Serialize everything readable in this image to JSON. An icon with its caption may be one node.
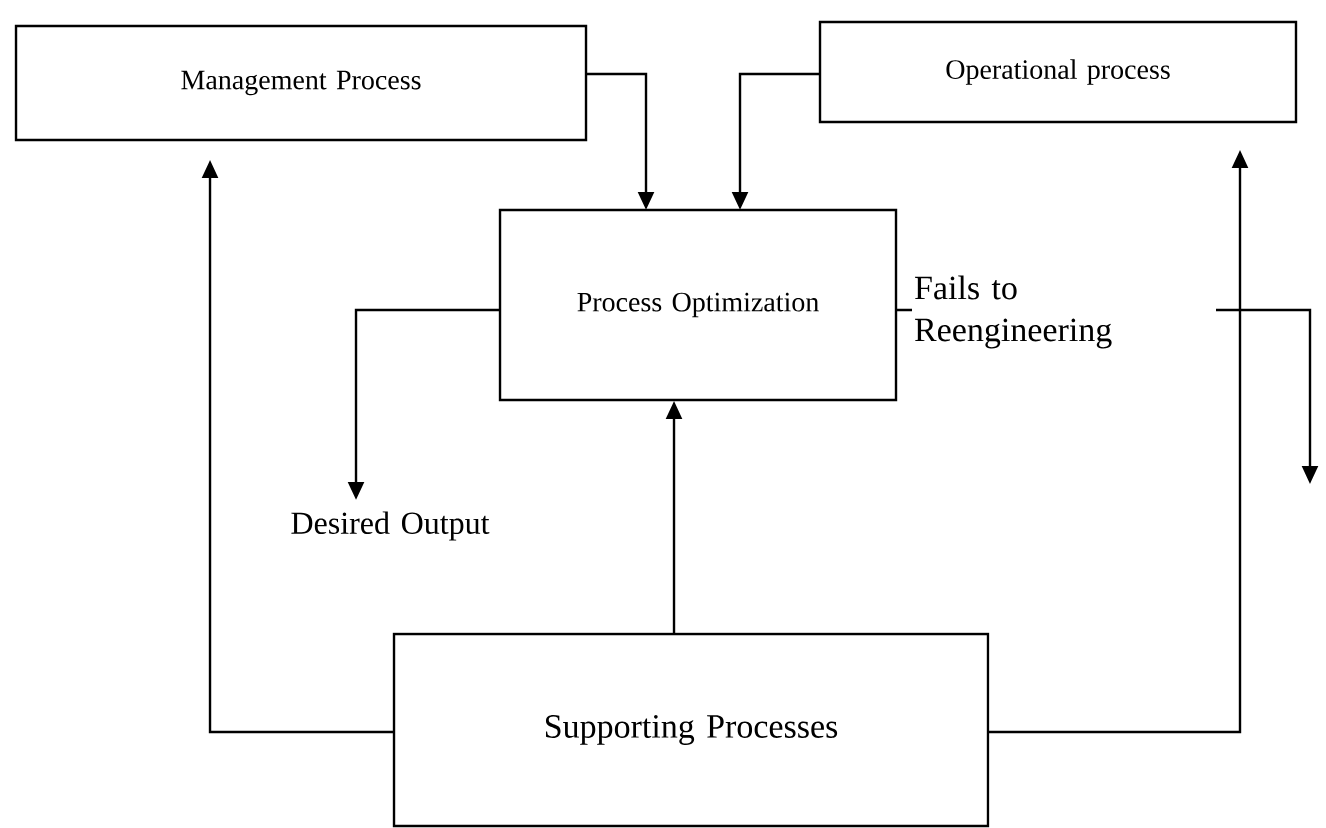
{
  "diagram": {
    "nodes": [
      {
        "text": [
          "Management Process"
        ]
      },
      {
        "text": [
          "Operational process"
        ]
      },
      {
        "text": [
          "Process Optimization"
        ]
      },
      {
        "text": [
          "Supporting Processes"
        ]
      },
      {
        "text": [
          "Desired Output"
        ]
      }
    ],
    "edges": [
      {
        "from": 0,
        "to": 2,
        "arrow": "to"
      },
      {
        "from": 1,
        "to": 2,
        "arrow": "to"
      },
      {
        "from": 2,
        "to": 4,
        "arrow": "to"
      },
      {
        "from": 2,
        "to": null,
        "arrow": "to",
        "label": "Fails to Reengineering"
      },
      {
        "from": 3,
        "to": 2,
        "arrow": "to"
      },
      {
        "from": 3,
        "to": 0,
        "arrow": "to"
      },
      {
        "from": 3,
        "to": 1,
        "arrow": "to"
      }
    ]
  }
}
